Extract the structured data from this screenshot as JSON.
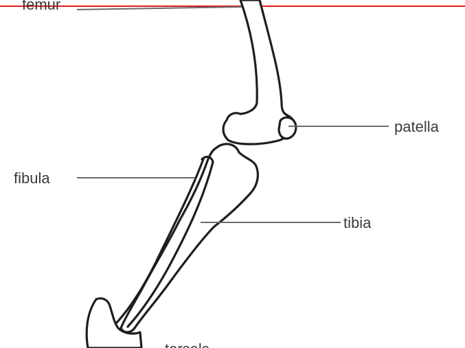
{
  "labels": {
    "femur": "femur",
    "patella": "patella",
    "fibula": "fibula",
    "tibia": "tibia",
    "bottom_partial": "tarsals"
  },
  "colors": {
    "top_border": "#e31b1b",
    "bone_outline": "#1e1e1e",
    "leader_line": "#6b6b6b",
    "label_text": "#3a3a3a"
  }
}
